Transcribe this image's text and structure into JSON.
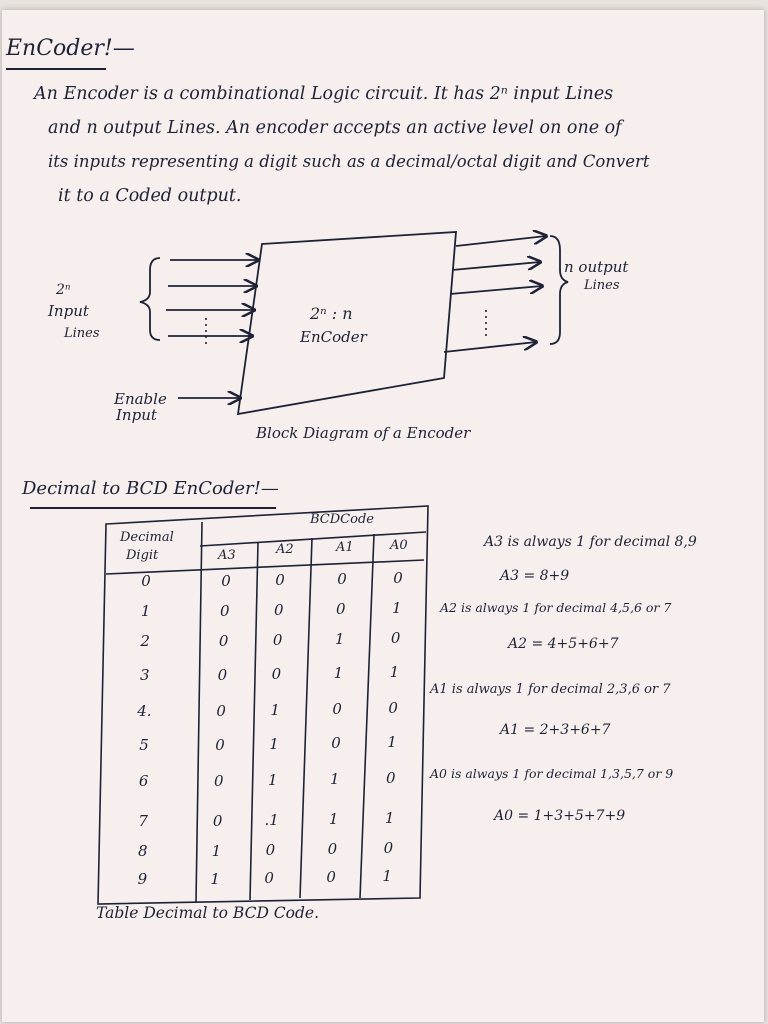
{
  "title": "EnCoder!—",
  "paragraph": [
    "An Encoder is a combinational Logic circuit. It has 2ⁿ input Lines",
    "and n output Lines. An encoder accepts an active level on one of",
    "its inputs representing a digit such as a decimal/octal digit and Convert",
    "it to a Coded output."
  ],
  "diagram": {
    "input_label_power": "2ⁿ",
    "input_label_1": "Input",
    "input_label_2": "Lines",
    "enable_label_1": "Enable",
    "enable_label_2": "Input",
    "box_line_1": "2ⁿ : n",
    "box_line_2": "EnCoder",
    "output_label_1": "n output",
    "output_label_2": "Lines",
    "caption": "Block Diagram of a Encoder"
  },
  "section_title": "Decimal to BCD EnCoder!—",
  "table": {
    "header_decimal_1": "Decimal",
    "header_decimal_2": "Digit",
    "header_bcd": "BCDCode",
    "columns": [
      "A3",
      "A2",
      "A1",
      "A0"
    ],
    "rows": [
      {
        "d": "0",
        "v": [
          "0",
          "0",
          "0",
          "0"
        ]
      },
      {
        "d": "1",
        "v": [
          "0",
          "0",
          "0",
          "1"
        ]
      },
      {
        "d": "2",
        "v": [
          "0",
          "0",
          "1",
          "0"
        ]
      },
      {
        "d": "3",
        "v": [
          "0",
          "0",
          "1",
          "1"
        ]
      },
      {
        "d": "4.",
        "v": [
          "0",
          "1",
          "0",
          "0"
        ]
      },
      {
        "d": "5",
        "v": [
          "0",
          "1",
          "0",
          "1"
        ]
      },
      {
        "d": "6",
        "v": [
          "0",
          "1",
          "1",
          "0"
        ]
      },
      {
        "d": "7",
        "v": [
          "0",
          ".1",
          "1",
          "1"
        ]
      },
      {
        "d": "8",
        "v": [
          "1",
          "0",
          "0",
          "0"
        ]
      },
      {
        "d": "9",
        "v": [
          "1",
          "0",
          "0",
          "1"
        ]
      }
    ],
    "caption": "Table Decimal to BCD Code."
  },
  "notes": [
    "A3 is always 1 for decimal 8,9",
    "A3 = 8+9",
    "A2 is always 1 for decimal 4,5,6 or 7",
    "A2 = 4+5+6+7",
    "A1 is always 1 for decimal 2,3,6 or 7",
    "A1 = 2+3+6+7",
    "A0 is always 1 for decimal 1,3,5,7 or 9",
    "A0 = 1+3+5+7+9"
  ]
}
